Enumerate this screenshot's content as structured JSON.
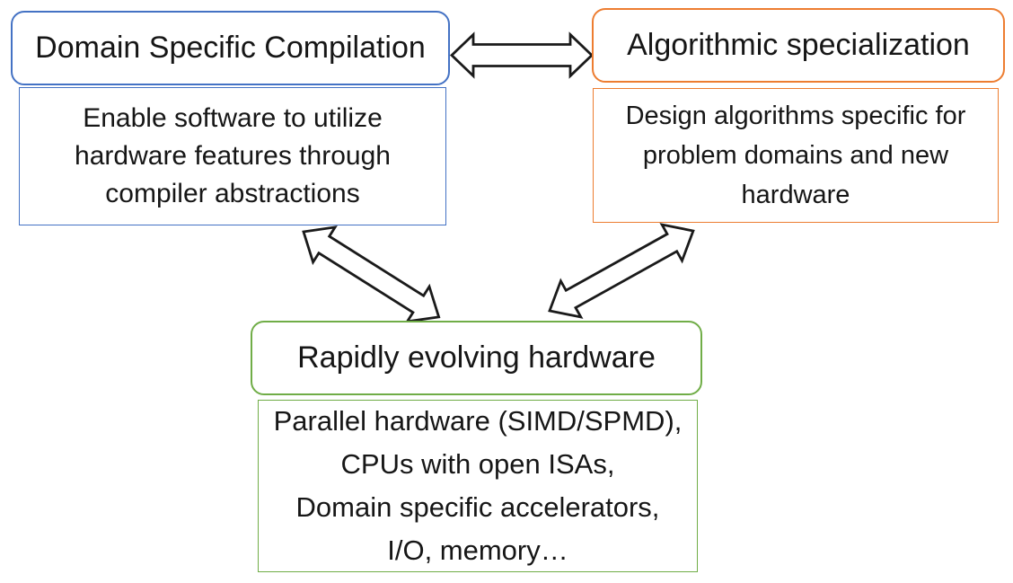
{
  "diagram": {
    "nodes": [
      {
        "id": "domain-specific-compilation",
        "title": "Domain Specific Compilation",
        "description": "Enable software to utilize\nhardware features through\ncompiler abstractions",
        "accent_color": "#4472C4"
      },
      {
        "id": "algorithmic-specialization",
        "title": "Algorithmic specialization",
        "description": "Design algorithms specific for\nproblem domains and new\nhardware",
        "accent_color": "#ED7D31"
      },
      {
        "id": "rapidly-evolving-hardware",
        "title": "Rapidly evolving hardware",
        "description": "Parallel hardware (SIMD/SPMD),\nCPUs with open ISAs,\nDomain specific accelerators,\nI/O, memory…",
        "accent_color": "#70AD47"
      }
    ],
    "connectors": [
      {
        "from": "domain-specific-compilation",
        "to": "algorithmic-specialization",
        "style": "double-headed-arrow",
        "outline_color": "#1a1a1a",
        "fill_color": "#ffffff"
      },
      {
        "from": "domain-specific-compilation",
        "to": "rapidly-evolving-hardware",
        "style": "double-headed-arrow",
        "outline_color": "#1a1a1a",
        "fill_color": "#ffffff"
      },
      {
        "from": "algorithmic-specialization",
        "to": "rapidly-evolving-hardware",
        "style": "double-headed-arrow",
        "outline_color": "#1a1a1a",
        "fill_color": "#ffffff"
      }
    ]
  }
}
